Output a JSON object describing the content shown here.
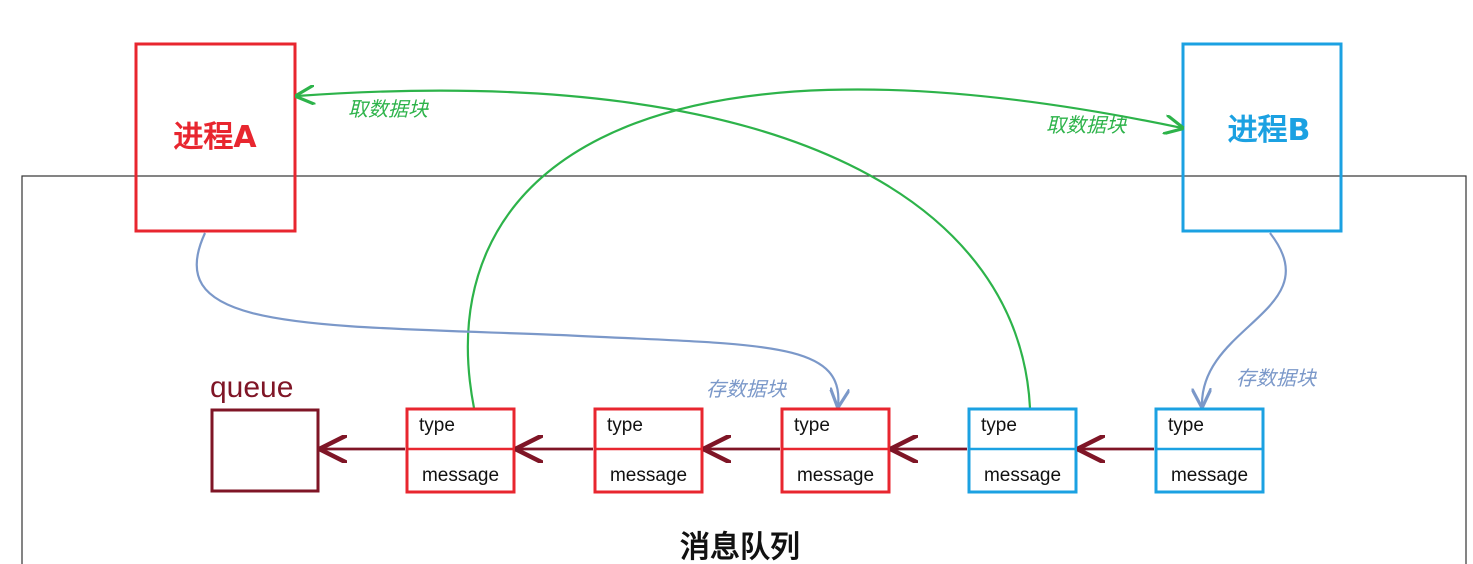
{
  "colors": {
    "red": "#e8262f",
    "blue": "#1ba1e2",
    "green": "#2db34a",
    "store_arrow": "#7b98c9",
    "dark_red": "#7f1526",
    "frame": "#333333"
  },
  "process_a": {
    "label": "进程A"
  },
  "process_b": {
    "label": "进程B"
  },
  "labels": {
    "fetch_a": "取数据块",
    "fetch_b": "取数据块",
    "store_a": "存数据块",
    "store_b": "存数据块"
  },
  "queue": {
    "label": "queue"
  },
  "messages": [
    {
      "type": "type",
      "message": "message",
      "owner": "A"
    },
    {
      "type": "type",
      "message": "message",
      "owner": "A"
    },
    {
      "type": "type",
      "message": "message",
      "owner": "A"
    },
    {
      "type": "type",
      "message": "message",
      "owner": "B"
    },
    {
      "type": "type",
      "message": "message",
      "owner": "B"
    }
  ],
  "title": "消息队列"
}
